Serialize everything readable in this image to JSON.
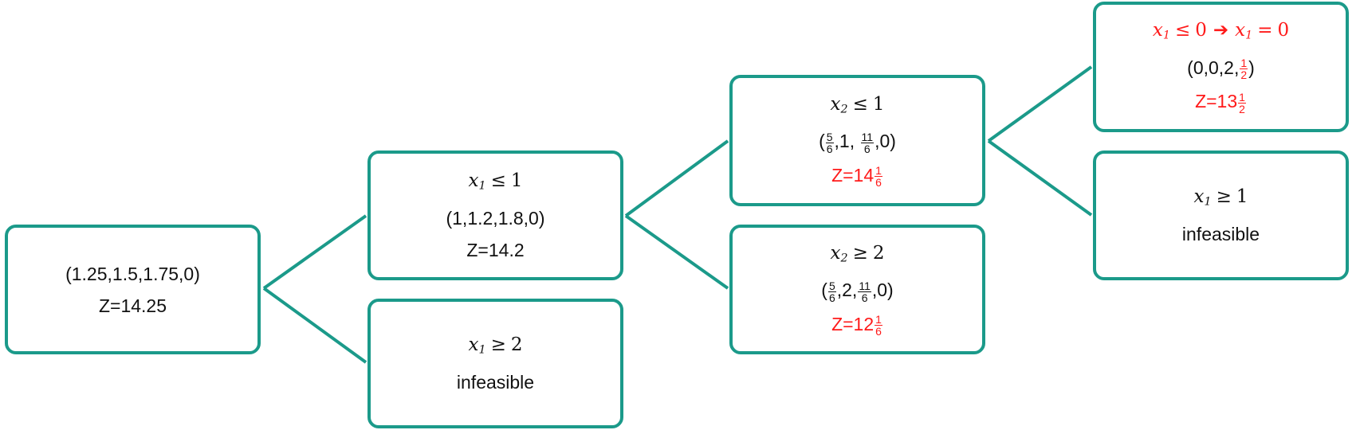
{
  "root": {
    "point": "(1.25,1.5,1.75,0)",
    "z": "Z=14.25"
  },
  "n_x1_le_1": {
    "var": "x",
    "sub": "1",
    "op": "≤",
    "rhs": "1",
    "point": "(1,1.2,1.8,0)",
    "z": "Z=14.2"
  },
  "n_x1_ge_2": {
    "var": "x",
    "sub": "1",
    "op": "≥",
    "rhs": "2",
    "status": "infeasible"
  },
  "n_x2_le_1": {
    "var": "x",
    "sub": "2",
    "op": "≤",
    "rhs": "1",
    "point": {
      "open": "(",
      "f1_num": "5",
      "f1_den": "6",
      "mid": ",1, ",
      "f2_num": "11",
      "f2_den": "6",
      "close": ",0)"
    },
    "z": {
      "prefix": "Z=14",
      "num": "1",
      "den": "6"
    }
  },
  "n_x2_ge_2": {
    "var": "x",
    "sub": "2",
    "op": "≥",
    "rhs": "2",
    "point": {
      "open": "(",
      "f1_num": "5",
      "f1_den": "6",
      "mid": ",2,",
      "f2_num": "11",
      "f2_den": "6",
      "close": ",0)"
    },
    "z": {
      "prefix": "Z=12",
      "num": "1",
      "den": "6"
    }
  },
  "n_x1_le_0": {
    "var": "x",
    "sub": "1",
    "op": "≤",
    "rhs": "0",
    "arrow": "➔",
    "op2": "=",
    "rhs2": "0",
    "point": {
      "prefix": "(0,0,2,",
      "num": "1",
      "den": "2",
      "close": ")"
    },
    "z": {
      "prefix": "Z=13",
      "num": "1",
      "den": "2"
    }
  },
  "n_x1_ge_1": {
    "var": "x",
    "sub": "1",
    "op": "≥",
    "rhs": "1",
    "status": "infeasible"
  },
  "colors": {
    "border": "#1b9a8a",
    "highlight": "#ff1a1a"
  }
}
